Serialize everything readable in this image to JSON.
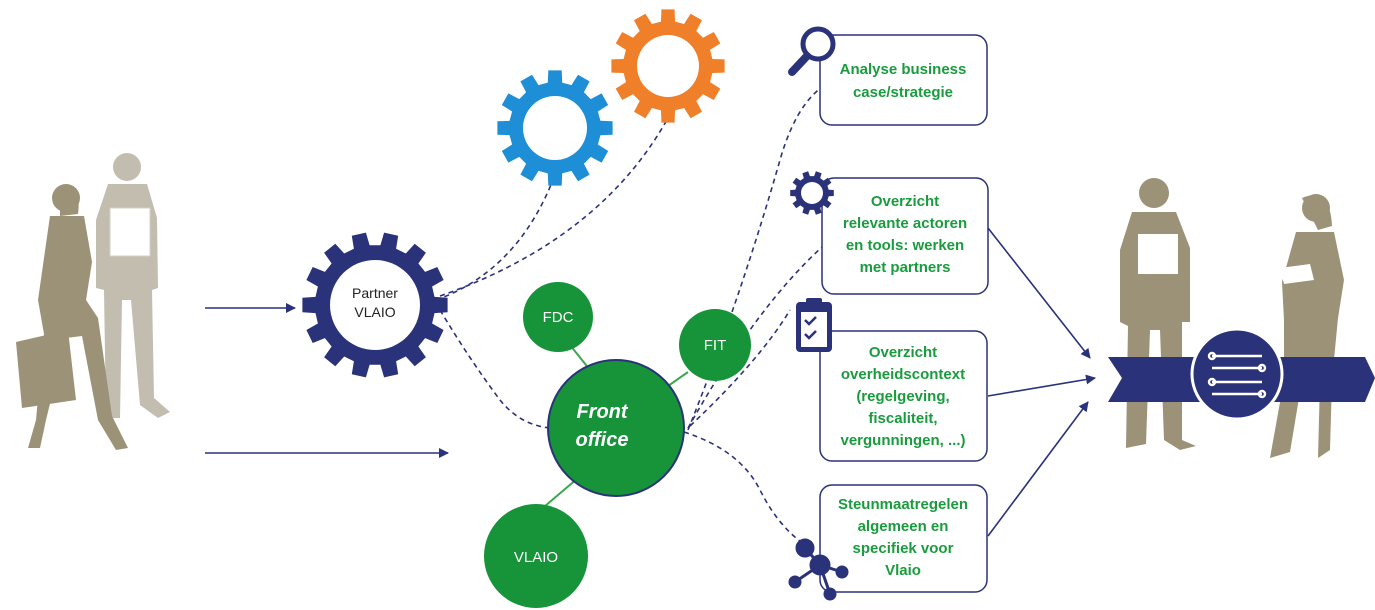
{
  "partner": {
    "line1": "Partner",
    "line2": "VLAIO"
  },
  "front_office": {
    "line1": "Front",
    "line2": "office"
  },
  "nodes": {
    "fdc": "FDC",
    "fit": "FIT",
    "vlaio": "VLAIO"
  },
  "boxes": [
    {
      "icon": "magnifier-icon",
      "lines": [
        "Analyse business",
        "case/strategie"
      ]
    },
    {
      "icon": "gear-icon",
      "lines": [
        "Overzicht",
        "relevante actoren",
        "en tools: werken",
        "met partners"
      ]
    },
    {
      "icon": "clipboard-icon",
      "lines": [
        "Overzicht",
        "overheidscontext",
        "(regelgeving,",
        "fiscaliteit,",
        "vergunningen,  ...)"
      ]
    },
    {
      "icon": "network-icon",
      "lines": [
        "Steunmaatregelen",
        "algemeen en",
        "specifiek voor",
        "Vlaio"
      ]
    }
  ],
  "colors": {
    "navy": "#2a327a",
    "green": "#17933a",
    "blue_gear": "#1e8fd6",
    "orange_gear": "#f07f2a",
    "silhouette_dark": "#9c9278",
    "silhouette_light": "#c3bdb0",
    "box_text": "#1a9c3e"
  }
}
